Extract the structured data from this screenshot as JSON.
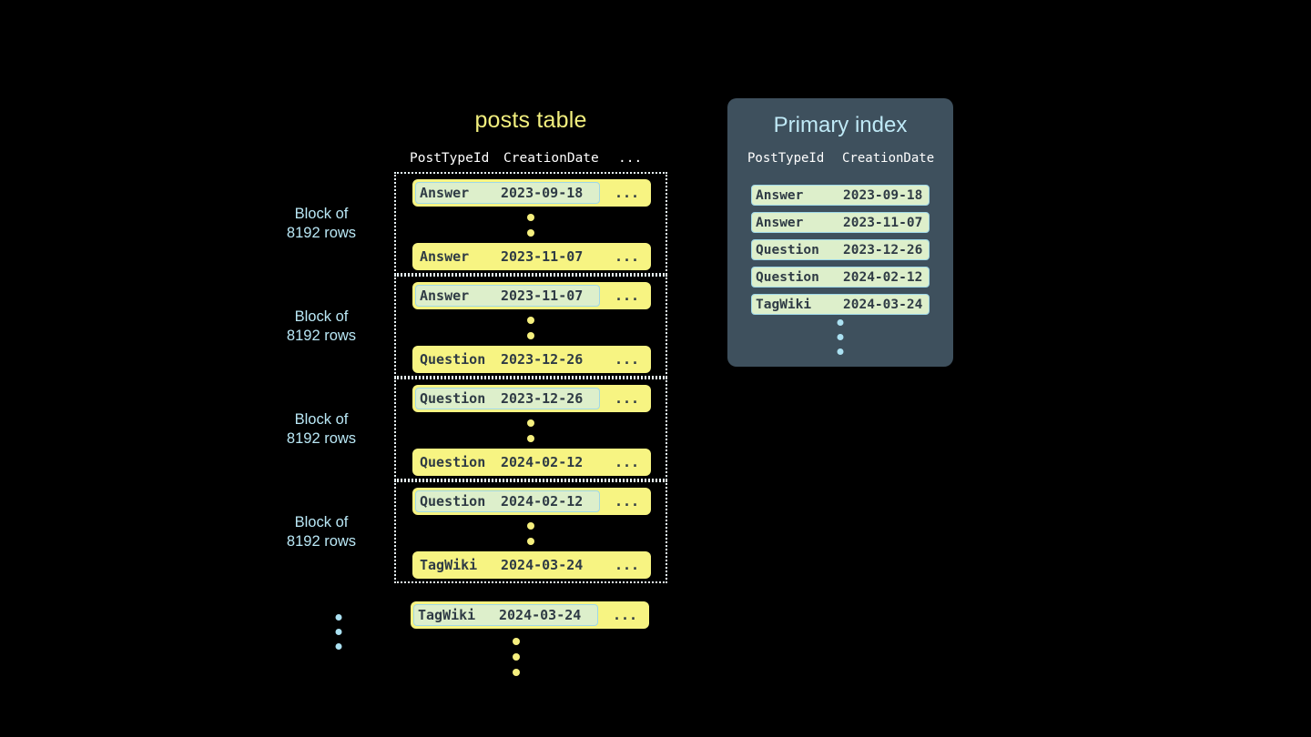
{
  "background_color": "#000000",
  "palette": {
    "row_yellow": "#f7f482",
    "highlight_green": "#ddefcb",
    "highlight_border_blue": "#9fd8e8",
    "panel_slate": "#3e505d",
    "title_yellow": "#f2ef7e",
    "title_blue": "#bfe9f6",
    "label_blue": "#b9e7f5",
    "dot_yellow": "#f5ef7e",
    "dot_blue": "#abe1f2",
    "header_white": "#ffffff",
    "chip_text": "#2f3b45"
  },
  "posts_table": {
    "title": "posts table",
    "headers": {
      "post_type_id": "PostTypeId",
      "creation_date": "CreationDate",
      "more": "..."
    },
    "block_label": "Block of\n8192 rows",
    "blocks": [
      {
        "label": "Block of\n8192 rows",
        "first_row": {
          "post_type_id": "Answer",
          "creation_date": "2023-09-18",
          "more": "...",
          "highlighted": true
        },
        "last_row": {
          "post_type_id": "Answer",
          "creation_date": "2023-11-07",
          "more": "...",
          "highlighted": false
        }
      },
      {
        "label": "Block of\n8192 rows",
        "first_row": {
          "post_type_id": "Answer",
          "creation_date": "2023-11-07",
          "more": "...",
          "highlighted": true
        },
        "last_row": {
          "post_type_id": "Question",
          "creation_date": "2023-12-26",
          "more": "...",
          "highlighted": false
        }
      },
      {
        "label": "Block of\n8192 rows",
        "first_row": {
          "post_type_id": "Question",
          "creation_date": "2023-12-26",
          "more": "...",
          "highlighted": true
        },
        "last_row": {
          "post_type_id": "Question",
          "creation_date": "2024-02-12",
          "more": "...",
          "highlighted": false
        }
      },
      {
        "label": "Block of\n8192 rows",
        "first_row": {
          "post_type_id": "Question",
          "creation_date": "2024-02-12",
          "more": "...",
          "highlighted": true
        },
        "last_row": {
          "post_type_id": "TagWiki",
          "creation_date": "2024-03-24",
          "more": "...",
          "highlighted": false
        }
      }
    ],
    "trailing_row": {
      "post_type_id": "TagWiki",
      "creation_date": "2024-03-24",
      "more": "...",
      "highlighted": true
    },
    "ellipsis_icon": "vertical-ellipsis"
  },
  "primary_index": {
    "title": "Primary index",
    "headers": {
      "post_type_id": "PostTypeId",
      "creation_date": "CreationDate"
    },
    "entries": [
      {
        "post_type_id": "Answer",
        "creation_date": "2023-09-18"
      },
      {
        "post_type_id": "Answer",
        "creation_date": "2023-11-07"
      },
      {
        "post_type_id": "Question",
        "creation_date": "2023-12-26"
      },
      {
        "post_type_id": "Question",
        "creation_date": "2024-02-12"
      },
      {
        "post_type_id": "TagWiki",
        "creation_date": "2024-03-24"
      }
    ],
    "ellipsis_icon": "vertical-ellipsis"
  }
}
